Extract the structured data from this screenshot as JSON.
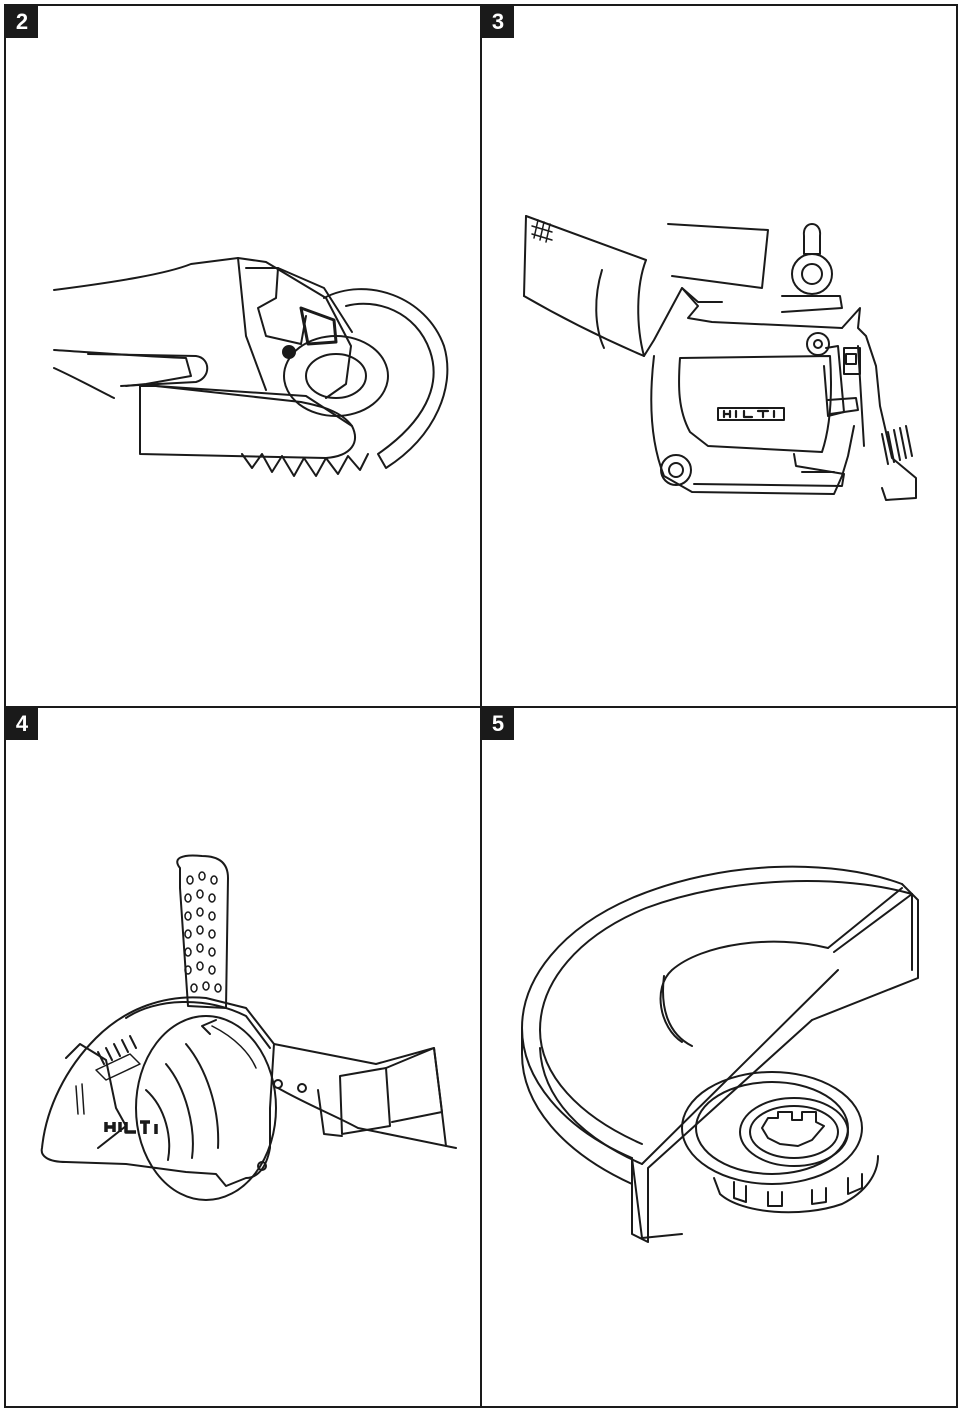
{
  "panels": [
    {
      "number": "2",
      "subject": "angle-grinder-with-guard"
    },
    {
      "number": "3",
      "subject": "grinder-with-dust-hood"
    },
    {
      "number": "4",
      "subject": "hood-with-depth-scale-and-side-handle"
    },
    {
      "number": "5",
      "subject": "wheel-guard"
    }
  ],
  "logo_text": "HILTI",
  "colors": {
    "line": "#1a1a1a",
    "badge": "#1a1a1a",
    "background": "#ffffff"
  }
}
